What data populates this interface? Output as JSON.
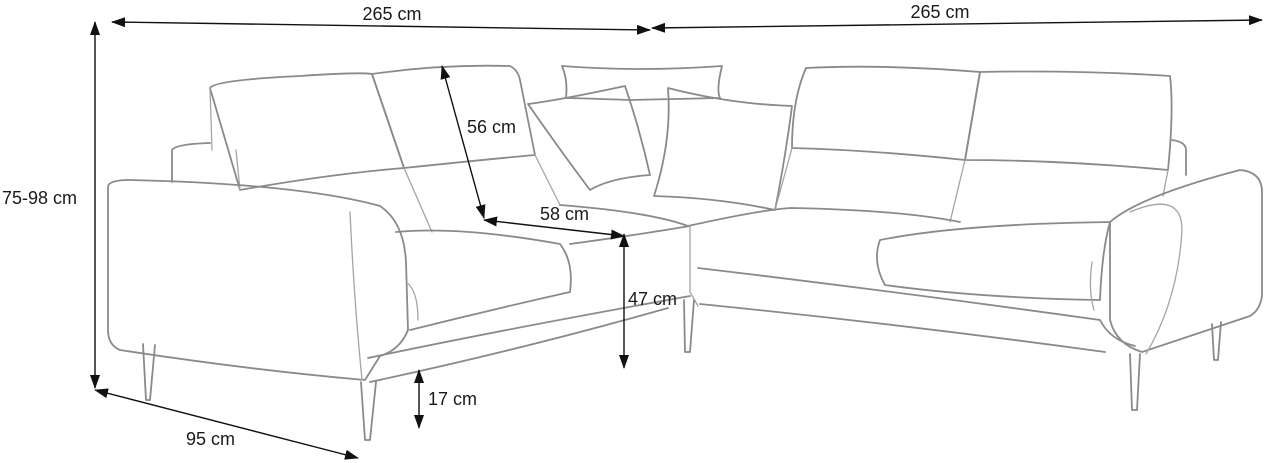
{
  "dimensions": {
    "left_width": "265 cm",
    "right_width": "265 cm",
    "height": "75-98 cm",
    "depth": "95 cm",
    "backrest_height": "56 cm",
    "seat_depth": "58 cm",
    "seat_height": "47 cm",
    "leg_height": "17 cm"
  },
  "colors": {
    "outline": "#8a8a8a",
    "dimension_line": "#111111",
    "background": "#ffffff"
  }
}
